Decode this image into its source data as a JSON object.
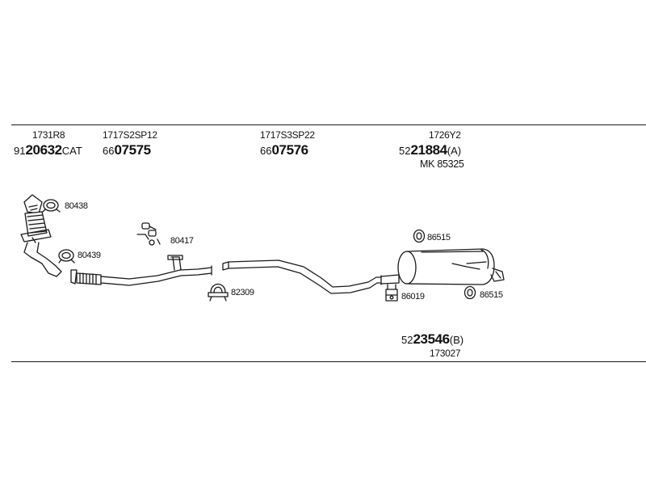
{
  "columns": [
    {
      "ref": "1731R8",
      "prefix": "91",
      "number": "20632",
      "suffix": "CAT"
    },
    {
      "ref": "1717S2SP12",
      "prefix": "66",
      "number": "07575",
      "suffix": ""
    },
    {
      "ref": "1717S3SP22",
      "prefix": "66",
      "number": "07576",
      "suffix": ""
    },
    {
      "ref": "1726Y2",
      "prefix": "52",
      "number": "21884",
      "suffix": "(A)",
      "extra": "MK  85325"
    }
  ],
  "fittings": [
    {
      "id": "clamp-80438",
      "label": "80438"
    },
    {
      "id": "clamp-80439",
      "label": "80439"
    },
    {
      "id": "hanger-80417",
      "label": "80417"
    },
    {
      "id": "clamp-82309",
      "label": "82309"
    },
    {
      "id": "ring-86515-top",
      "label": "86515"
    },
    {
      "id": "bracket-86019",
      "label": "86019"
    },
    {
      "id": "ring-86515-bottom",
      "label": "86515"
    }
  ],
  "bottom": {
    "prefix": "52",
    "number": "23546",
    "suffix": "(B)",
    "ref": "173027"
  },
  "colors": {
    "ink": "#1a1a1a",
    "background": "#ffffff"
  }
}
